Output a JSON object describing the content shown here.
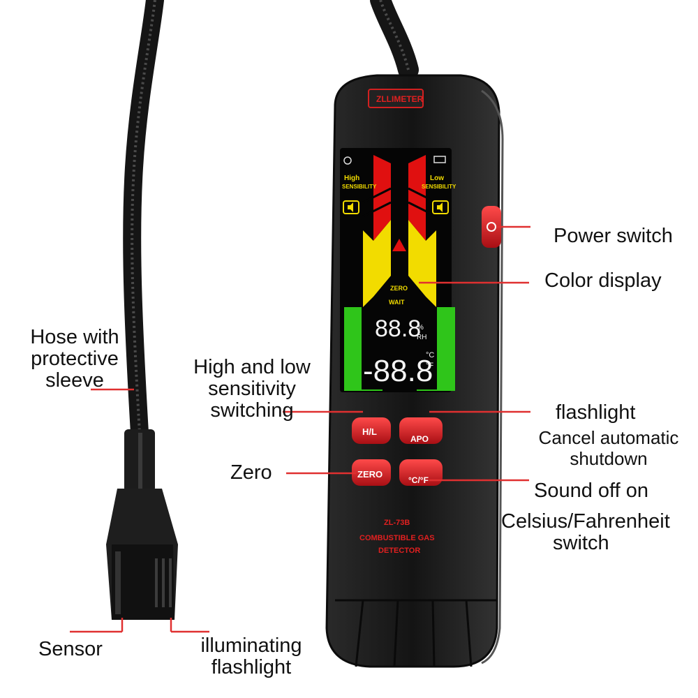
{
  "colors": {
    "callout_line": "#e03030",
    "device_body": "#1a1a1a",
    "button_red": "#d8212a",
    "display_red": "#e01010",
    "display_yellow": "#f2dc00",
    "display_green": "#2fc51a"
  },
  "device": {
    "brand": "ZLLIMETER",
    "model": "ZL-73B",
    "product_line1": "COMBUSTIBLE GAS",
    "product_line2": "DETECTOR"
  },
  "display": {
    "high_label": "High",
    "low_label": "Low",
    "sensitivity_label": "SENSIBILITY",
    "zero_label": "ZERO",
    "wait_label": "WAIT",
    "humidity_digits": "88.8",
    "humidity_unit_top": "%",
    "humidity_unit_bottom": "RH",
    "temp_digits": "-88.8",
    "temp_unit_c": "°C",
    "temp_unit_f": "°F",
    "power_icon": "power-icon",
    "battery_icon": "battery-icon",
    "speaker_icon": "speaker-icon",
    "alarm_icon": "warning-triangle-icon"
  },
  "buttons": {
    "hl": "H/L",
    "apo": "APO",
    "zero": "ZERO",
    "cf": "°C/°F"
  },
  "callouts": {
    "power_switch": "Power switch",
    "color_display": "Color display",
    "hose": [
      "Hose with",
      "protective",
      "sleeve"
    ],
    "sensitivity": [
      "High and low",
      "sensitivity",
      "switching"
    ],
    "flashlight": "flashlight",
    "apo": [
      "Cancel automatic",
      "shutdown"
    ],
    "zero": "Zero",
    "sound": "Sound off on",
    "celsius": [
      "Celsius/Fahrenheit",
      "switch"
    ],
    "sensor": "Sensor",
    "illuminating": [
      "illuminating",
      "flashlight"
    ]
  }
}
